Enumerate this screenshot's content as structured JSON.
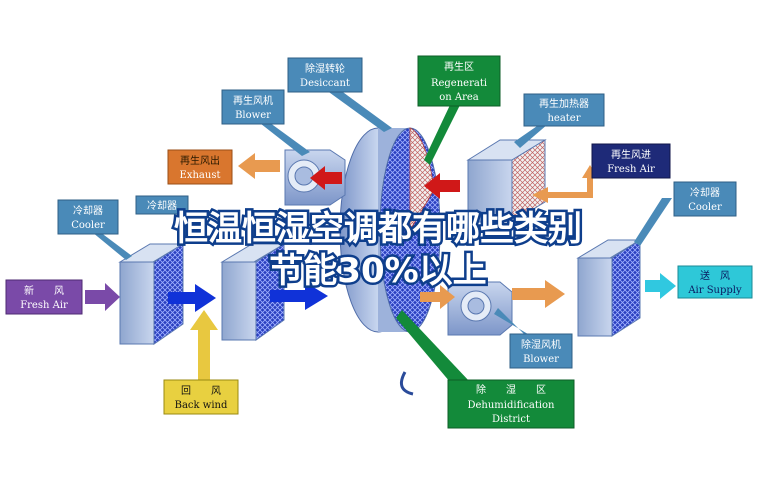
{
  "title": {
    "line1": "恒温恒湿空调都有哪些类别",
    "line2": "节能30%以上"
  },
  "labels": {
    "desiccant_cn": "除湿转轮",
    "desiccant_en": "Desiccant",
    "regen_area_cn": "再生区",
    "regen_area_en1": "Regenerati",
    "regen_area_en2": "on Area",
    "regen_blower_cn": "再生风机",
    "regen_blower_en": "Blower",
    "regen_heater_cn": "再生加热器",
    "regen_heater_en": "heater",
    "exhaust_cn": "再生风出",
    "exhaust_en": "Exhaust",
    "regen_fresh_cn": "再生风进",
    "regen_fresh_en": "Fresh Air",
    "cooler_left_cn": "冷却器",
    "cooler_left_en": "Cooler",
    "cooler_mid_cn": "冷却器",
    "cooler_right_cn": "冷却器",
    "cooler_right_en": "Cooler",
    "fresh_air_cn": "新　　风",
    "fresh_air_en": "Fresh Air",
    "air_supply_cn": "送　风",
    "air_supply_en": "Air Supply",
    "back_wind_cn": "回　　风",
    "back_wind_en": "Back wind",
    "dehum_blower_cn": "除湿风机",
    "dehum_blower_en": "Blower",
    "dehum_district_cn": "除　　湿　　区",
    "dehum_district_en1": "Dehumidification",
    "dehum_district_en2": "District"
  },
  "colors": {
    "label_blue": "#4a8ab8",
    "label_dark": "#1e2a78",
    "label_orange": "#d9762e",
    "label_yellow": "#e8d040",
    "label_green": "#138a3a",
    "label_cyan": "#2ec8d8",
    "arrow_blue": "#1032d8",
    "arrow_red": "#d01818",
    "arrow_orange": "#e89a50",
    "arrow_yellow": "#e8c840",
    "arrow_purple": "#7a4aa8",
    "arrow_cyan": "#30c8e0"
  }
}
